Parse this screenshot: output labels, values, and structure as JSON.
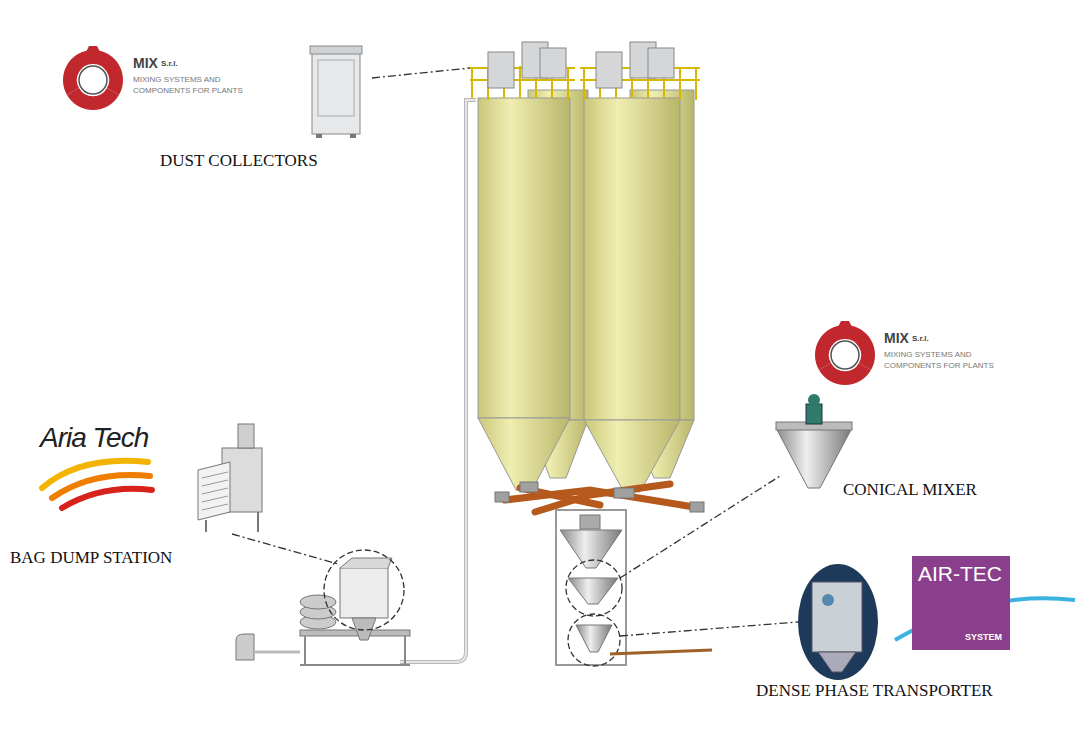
{
  "diagram": {
    "nodes": [
      {
        "text": [
          "AIR-TEC",
          "SYSTEM"
        ]
      }
    ],
    "labels": [
      "MIX",
      "S.r.l.",
      "MIXING SYSTEMS AND COMPONENTS FOR PLANTS",
      "DUST COLLECTORS",
      "Aria Tech",
      "BAG DUMP STATION",
      "MIX",
      "S.r.l.",
      "MIXING SYSTEMS AND COMPONENTS FOR PLANTS",
      "CONICAL MIXER",
      "DENSE PHASE TRANSPORTER"
    ]
  }
}
